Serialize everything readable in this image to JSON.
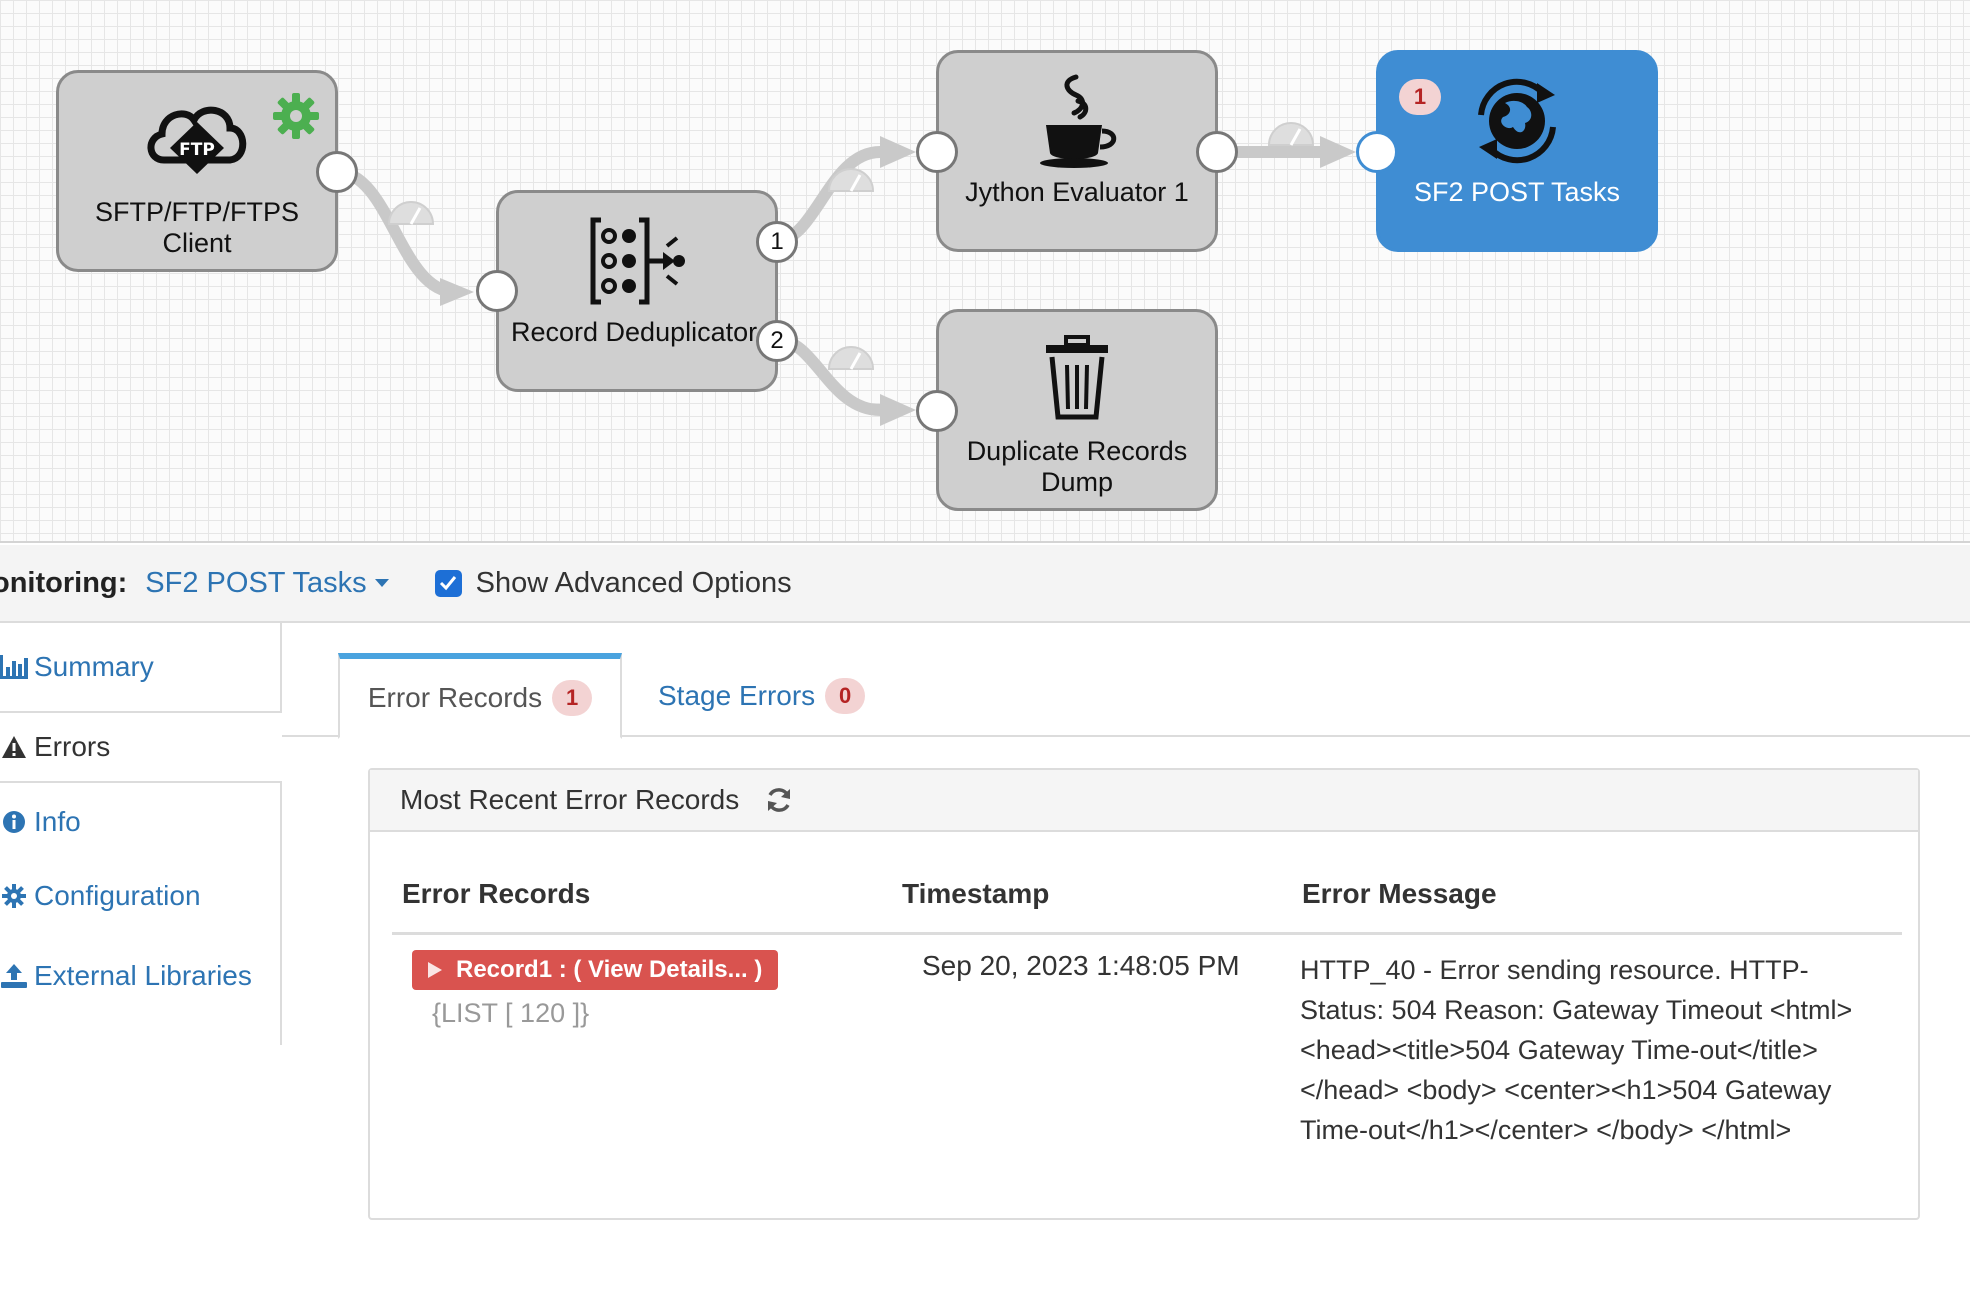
{
  "pipeline": {
    "stages": {
      "sftp": {
        "label_line1": "SFTP/FTP/FTPS",
        "label_line2": "Client",
        "icon": "ftp-cloud-icon"
      },
      "dedup": {
        "label": "Record Deduplicator",
        "port1": "1",
        "port2": "2",
        "icon": "deduplicator-icon"
      },
      "jython": {
        "label": "Jython Evaluator 1",
        "icon": "jython-cup-icon"
      },
      "sf2": {
        "label": "SF2 POST Tasks",
        "badge": "1",
        "icon": "globe-sync-icon"
      },
      "dump": {
        "label_line1": "Duplicate Records",
        "label_line2": "Dump",
        "icon": "trash-icon"
      }
    }
  },
  "monitoring": {
    "label": "onitoring:",
    "selected_stage": "SF2 POST Tasks",
    "advanced_label": "Show Advanced Options",
    "advanced_checked": true
  },
  "nav": {
    "items": [
      {
        "label": "Summary",
        "icon": "bar-chart-icon"
      },
      {
        "label": "Errors",
        "icon": "warning-icon"
      },
      {
        "label": "Info",
        "icon": "info-icon"
      },
      {
        "label": "Configuration",
        "icon": "gear-icon"
      },
      {
        "label": "External Libraries",
        "icon": "upload-icon"
      }
    ],
    "active": "Errors"
  },
  "tabs": {
    "error_records": {
      "label": "Error Records",
      "count": "1"
    },
    "stage_errors": {
      "label": "Stage Errors",
      "count": "0"
    }
  },
  "panel": {
    "title": "Most Recent Error Records",
    "columns": [
      "Error Records",
      "Timestamp",
      "Error Message"
    ],
    "row": {
      "record_button": "Record1 : ( View Details... )",
      "record_type": "{LIST [ 120 ]}",
      "timestamp": "Sep 20, 2023 1:48:05 PM",
      "message": "HTTP_40 - Error sending resource. HTTP-Status: 504 Reason: Gateway Timeout <html> <head><title>504 Gateway Time-out</title> </head> <body> <center><h1>504 Gateway Time-out</h1></center> </body> </html>"
    }
  },
  "colors": {
    "accent": "#2d74b3",
    "selected_stage": "#3f8dd3",
    "error": "#d9534f",
    "badge_bg": "#f3d3d3"
  }
}
